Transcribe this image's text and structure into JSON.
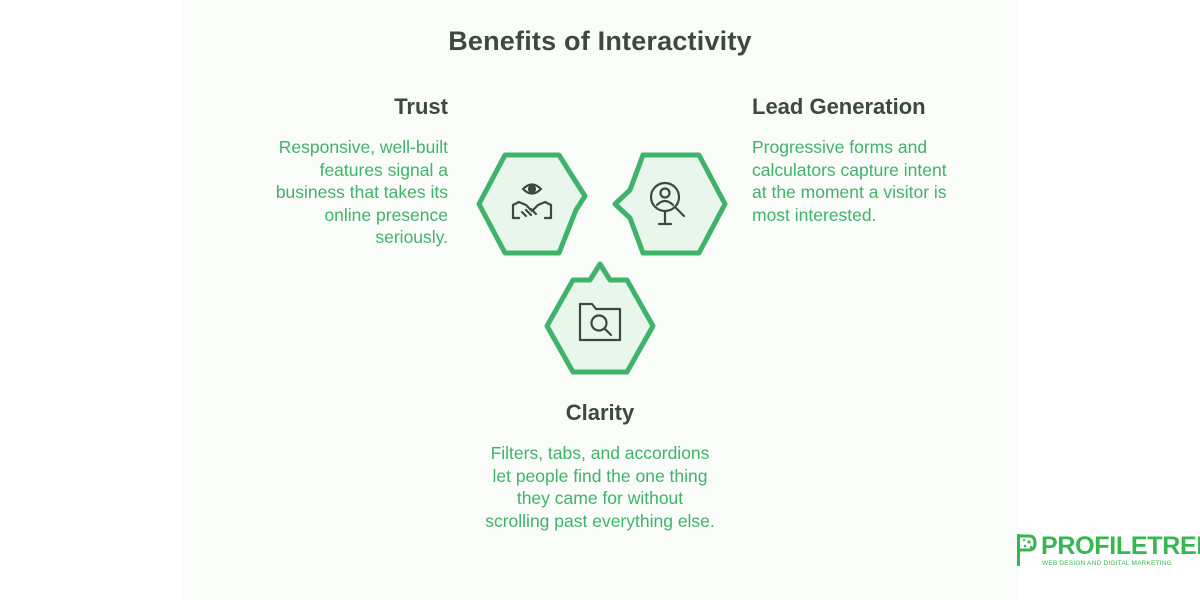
{
  "title": "Benefits of Interactivity",
  "benefits": {
    "trust": {
      "title": "Trust",
      "description": "Responsive, well-built features signal a business that takes its online presence seriously.",
      "icon": "handshake-eye-icon"
    },
    "lead_generation": {
      "title": "Lead Generation",
      "description": "Progressive forms and calculators capture intent at the moment a visitor is most interested.",
      "icon": "magnifier-person-icon"
    },
    "clarity": {
      "title": "Clarity",
      "description": "Filters, tabs, and accordions let people find the one thing they came for without scrolling past everything else.",
      "icon": "folder-search-icon"
    }
  },
  "logo": {
    "name": "PROFILETREE",
    "tagline": "WEB DESIGN AND DIGITAL MARKETING"
  },
  "colors": {
    "accent": "#3fb36a",
    "node_fill": "#e8f6ec",
    "node_stroke": "#3fb36a",
    "icon": "#3b4a3e",
    "heading": "#3b4a3e",
    "logo": "#34b84f"
  }
}
